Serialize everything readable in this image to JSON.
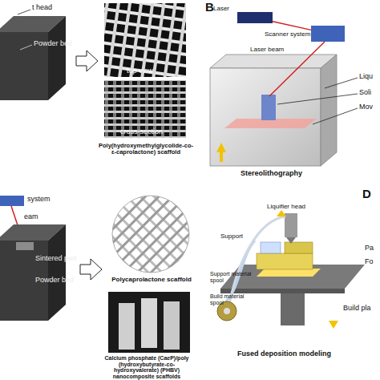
{
  "diagram": {
    "nodes": [
      {
        "text": [
          "Laser"
        ]
      },
      {
        "text": [
          "Scanner system"
        ]
      }
    ],
    "edges": [
      {
        "from": 0,
        "to": 1,
        "arrow": "none"
      }
    ],
    "labels": [
      "t head",
      "Powder bed",
      "top view",
      "cross-section",
      "Poly(hydroxymethylglycolide-co-ε-caprolactone) scaffold",
      "B",
      "Laser beam",
      "Liqu",
      "Soli",
      "Mov",
      "Stereolithography",
      "system",
      "eam",
      "Sintered part",
      "Powder bed",
      "Polycaprolactone scaffold",
      "Calcium phosphate (CaeP)/poly (hydroxybutyrate-co-hydroxyvalerate) (PHBV) nanocomposite scaffolds",
      "D",
      "Liquifier head",
      "Support",
      "Pa",
      "Fo",
      "Support material spool",
      "Build material spool",
      "Build pla",
      "Fused deposition modeling"
    ]
  }
}
